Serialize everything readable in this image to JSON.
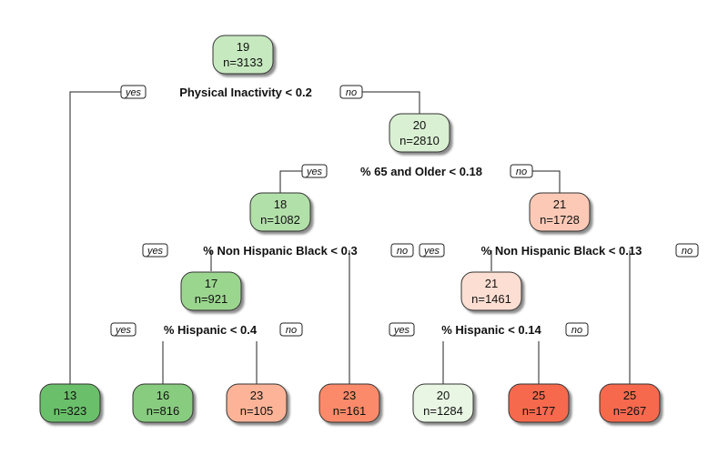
{
  "nodes": [
    {
      "id": "n1",
      "value": "19",
      "count": "n=3133",
      "color": "#c7e9c0"
    },
    {
      "id": "n2",
      "value": "13",
      "count": "n=323",
      "color": "#6bbf6b"
    },
    {
      "id": "n3",
      "value": "20",
      "count": "n=2810",
      "color": "#d9f0d3"
    },
    {
      "id": "n4",
      "value": "18",
      "count": "n=1082",
      "color": "#b2e0a9"
    },
    {
      "id": "n5",
      "value": "21",
      "count": "n=1728",
      "color": "#fcc9b6"
    },
    {
      "id": "n6",
      "value": "17",
      "count": "n=921",
      "color": "#9bd68f"
    },
    {
      "id": "n7",
      "value": "21",
      "count": "n=1461",
      "color": "#fdded2"
    },
    {
      "id": "n8",
      "value": "16",
      "count": "n=816",
      "color": "#88cc7f"
    },
    {
      "id": "n9",
      "value": "23",
      "count": "n=105",
      "color": "#fcb397"
    },
    {
      "id": "n10",
      "value": "23",
      "count": "n=161",
      "color": "#fb8a6a"
    },
    {
      "id": "n11",
      "value": "20",
      "count": "n=1284",
      "color": "#e8f6e3"
    },
    {
      "id": "n12",
      "value": "25",
      "count": "n=177",
      "color": "#f6694d"
    },
    {
      "id": "n13",
      "value": "25",
      "count": "n=267",
      "color": "#f6694d"
    }
  ],
  "splits": [
    {
      "id": "s1",
      "label": "Physical Inactivity < 0.2",
      "yes": "yes",
      "no": "no"
    },
    {
      "id": "s2",
      "label": "% 65 and Older < 0.18",
      "yes": "yes",
      "no": "no"
    },
    {
      "id": "s3",
      "label": "% Non Hispanic Black < 0.3",
      "yes": "yes",
      "no": "no"
    },
    {
      "id": "s4",
      "label": "% Non Hispanic Black < 0.13",
      "yes": "yes",
      "no": "no"
    },
    {
      "id": "s5",
      "label": "% Hispanic < 0.4",
      "yes": "yes",
      "no": "no"
    },
    {
      "id": "s6",
      "label": "% Hispanic < 0.14",
      "yes": "yes",
      "no": "no"
    }
  ]
}
